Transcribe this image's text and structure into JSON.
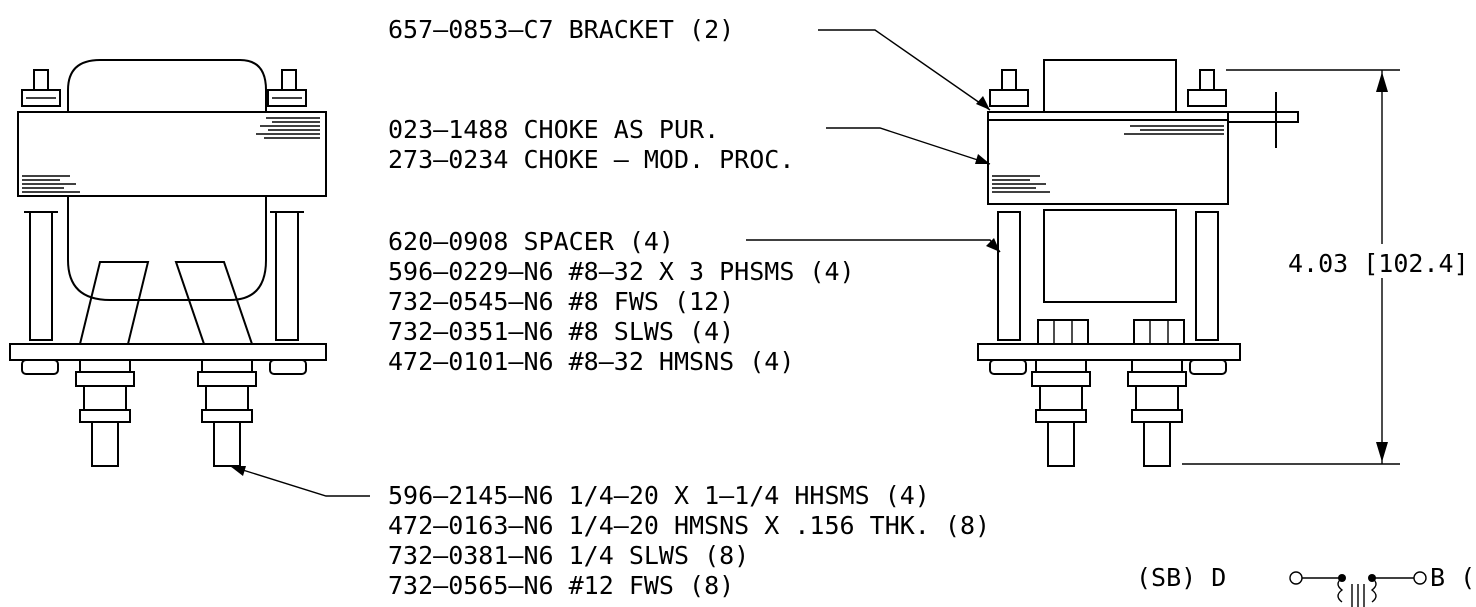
{
  "callouts": {
    "bracket": "657–0853–C7 BRACKET (2)",
    "choke_purchased": "023–1488 CHOKE AS PUR.",
    "choke_modified": "273–0234 CHOKE – MOD. PROC.",
    "spacer": "620–0908 SPACER (4)",
    "screw_8": "596–0229–N6 #8–32 X 3 PHSMS (4)",
    "flat_washer_8": "732–0545–N6 #8 FWS (12)",
    "lock_washer_8": "732–0351–N6 #8 SLWS (4)",
    "nut_8": "472–0101–N6 #8–32 HMSNS (4)",
    "screw_quarter": "596–2145–N6 1/4–20 X 1–1/4 HHSMS (4)",
    "nut_quarter": "472–0163–N6 1/4–20 HMSNS X .156 THK. (8)",
    "lock_washer_quarter": "732–0381–N6 1/4 SLWS (8)",
    "flat_washer_12": "732–0565–N6 #12 FWS (8)"
  },
  "dimension": {
    "height": "4.03 [102.4]"
  },
  "schematic": {
    "left_label": "(SB) D",
    "right_label": "B ("
  }
}
